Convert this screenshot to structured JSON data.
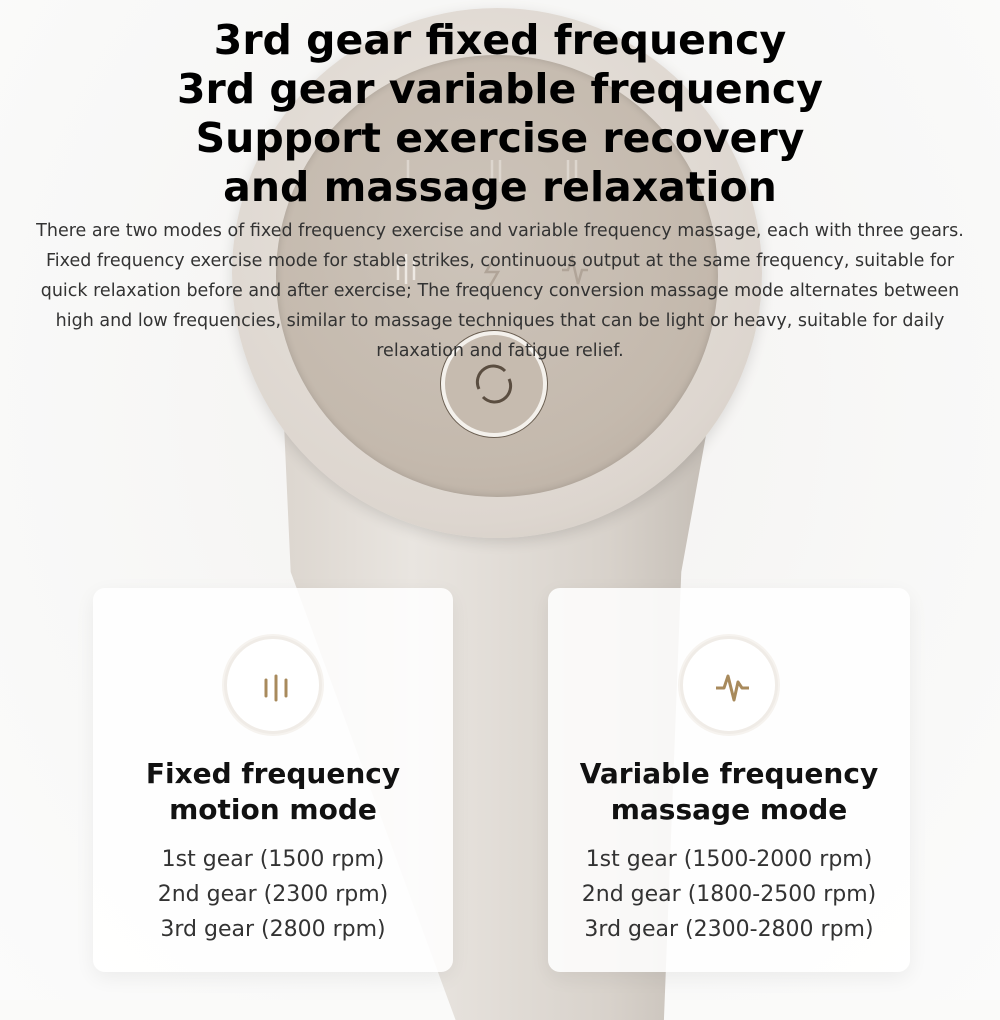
{
  "headline": [
    "3rd gear fixed frequency",
    "3rd gear variable frequency",
    "Support exercise recovery",
    "and massage relaxation"
  ],
  "description": "There are two modes of fixed frequency exercise and variable frequency massage, each with three gears. Fixed frequency exercise mode for stable strikes, continuous output at the same frequency, suitable for quick relaxation before and after exercise; The frequency conversion massage mode alternates between high and low frequencies, similar to massage techniques that can be light or heavy, suitable for daily relaxation and fatigue relief.",
  "colors": {
    "accent": "#a88a5c",
    "device": "#c4b9ad"
  },
  "cards": [
    {
      "icon": "fixed-frequency-bars-icon",
      "title": [
        "Fixed frequency",
        "motion mode"
      ],
      "gears": [
        "1st gear (1500 rpm)",
        "2nd gear (2300 rpm)",
        "3rd gear (2800 rpm)"
      ]
    },
    {
      "icon": "variable-frequency-wave-icon",
      "title": [
        "Variable frequency",
        "massage mode"
      ],
      "gears": [
        "1st gear (1500-2000 rpm)",
        "2nd gear (1800-2500 rpm)",
        "3rd gear (2300-2800 rpm)"
      ]
    }
  ]
}
